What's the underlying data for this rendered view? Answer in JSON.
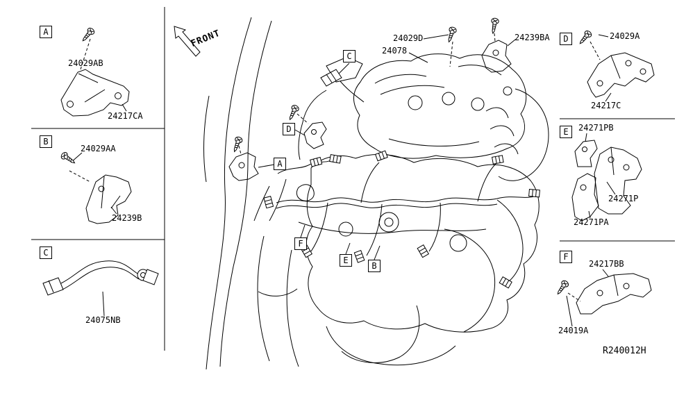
{
  "diagram": {
    "code": "R240012H",
    "front_label": "FRONT"
  },
  "panels": {
    "a": {
      "letter": "A",
      "screw_label": "24029AB",
      "bracket_label": "24217CA"
    },
    "b": {
      "letter": "B",
      "screw_label": "24029AA",
      "bracket_label": "24239B"
    },
    "c": {
      "letter": "C",
      "harness_label": "24075NB"
    },
    "d": {
      "letter": "D",
      "screw_label": "24029A",
      "bracket_label": "24217C"
    },
    "e": {
      "letter": "E",
      "top_label": "24271PB",
      "right_label": "24271P",
      "bottom_label": "24271PA"
    },
    "f": {
      "letter": "F",
      "bracket_label": "24217BB",
      "screw_label": "24019A"
    }
  },
  "center": {
    "callouts": {
      "a": "A",
      "b": "B",
      "c": "C",
      "d": "D",
      "e": "E",
      "f": "F"
    },
    "labels": {
      "harness": "24078",
      "screw": "24029D",
      "bracket": "24239BA"
    }
  }
}
